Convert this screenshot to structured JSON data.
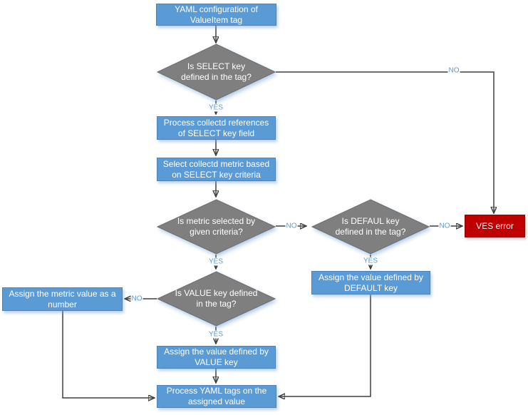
{
  "nodes": {
    "start": {
      "label": "YAML configuration of ValueItem tag"
    },
    "select_decision": {
      "label": "Is SELECT key defined in the tag?"
    },
    "process_refs": {
      "label": "Process collectd references of SELECT key field"
    },
    "select_metric": {
      "label": "Select collectd metric based on SELECT key criteria"
    },
    "metric_decision": {
      "label": "Is metric selected by given criteria?"
    },
    "default_decision": {
      "label": "Is DEFAUL key defined in the tag?"
    },
    "ves_error": {
      "label": "VES error"
    },
    "assign_default": {
      "label": "Assign the value defined by DEFAULT key"
    },
    "value_decision": {
      "label": "Is VALUE key defined in the tag?"
    },
    "assign_number": {
      "label": "Assign the metric value as a number"
    },
    "assign_value": {
      "label": "Assign the value defined by VALUE key"
    },
    "process_tags": {
      "label": "Process YAML tags on the assigned value"
    }
  },
  "edge_labels": {
    "yes": "YES",
    "no": "NO"
  },
  "colors": {
    "process_fill": "#5B9BD5",
    "process_border": "#4A82BA",
    "decision_fill": "#7F7F7F",
    "decision_border": "#6E6E6E",
    "error_fill": "#C00000",
    "error_border": "#8F0000",
    "edge_label_color": "#5B9BD5",
    "connector_color": "#3f3f3f",
    "text_color": "#ffffff"
  }
}
